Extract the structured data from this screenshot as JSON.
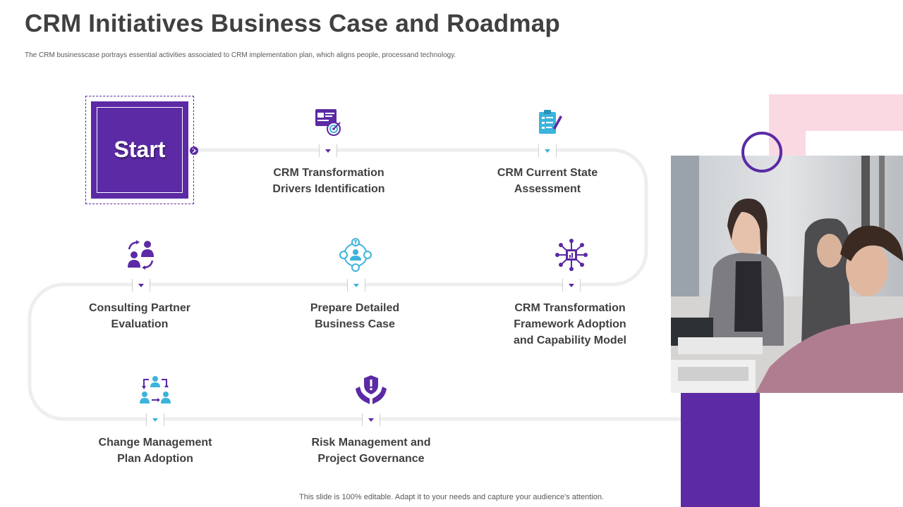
{
  "header": {
    "title": "CRM Initiatives Business Case and Roadmap",
    "subtitle": "The CRM businesscase portrays essential activities associated to CRM implementation plan, which aligns people, processand technology."
  },
  "start": {
    "label": "Start"
  },
  "steps": [
    {
      "label_line1": "CRM Transformation",
      "label_line2": "Drivers Identification",
      "label_line3": "",
      "icon": "presentation-target-icon"
    },
    {
      "label_line1": "CRM Current State",
      "label_line2": "Assessment",
      "label_line3": "",
      "icon": "checklist-clipboard-icon"
    },
    {
      "label_line1": "Consulting Partner",
      "label_line2": "Evaluation",
      "label_line3": "",
      "icon": "user-exchange-icon"
    },
    {
      "label_line1": "Prepare Detailed",
      "label_line2": "Business Case",
      "label_line3": "",
      "icon": "business-cycle-icon"
    },
    {
      "label_line1": "CRM Transformation",
      "label_line2": "Framework Adoption",
      "label_line3": "and Capability Model",
      "icon": "network-hub-icon"
    },
    {
      "label_line1": "Change Management",
      "label_line2": "Plan Adoption",
      "label_line3": "",
      "icon": "team-flow-icon"
    },
    {
      "label_line1": "Risk Management and",
      "label_line2": "Project Governance",
      "label_line3": "",
      "icon": "shield-hands-icon"
    }
  ],
  "footer": {
    "text": "This slide is 100% editable. Adapt it to your needs and capture your audience's attention."
  },
  "colors": {
    "primary": "#5b2aa4",
    "accent": "#3cb3dc",
    "pink": "#fbd9e3",
    "text": "#404040"
  }
}
